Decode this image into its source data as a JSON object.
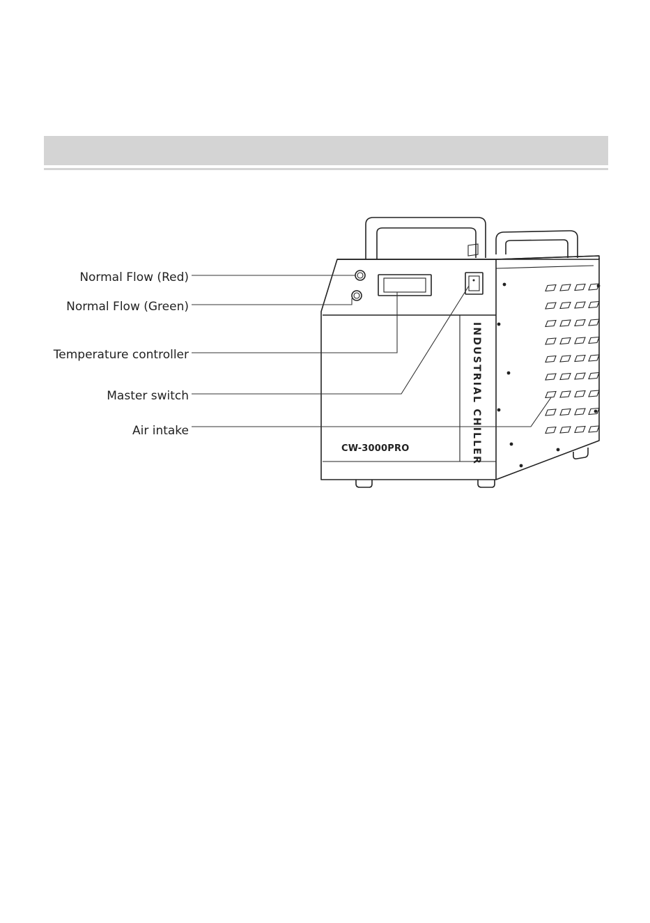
{
  "callouts": {
    "normal_flow_red": "Normal Flow (Red)",
    "normal_flow_green": "Normal Flow (Green)",
    "temperature_controller": "Temperature controller",
    "master_switch": "Master switch",
    "air_intake": "Air intake"
  },
  "device": {
    "model": "CW-3000PRO",
    "side_label": "INDUSTRIAL CHILLER"
  }
}
